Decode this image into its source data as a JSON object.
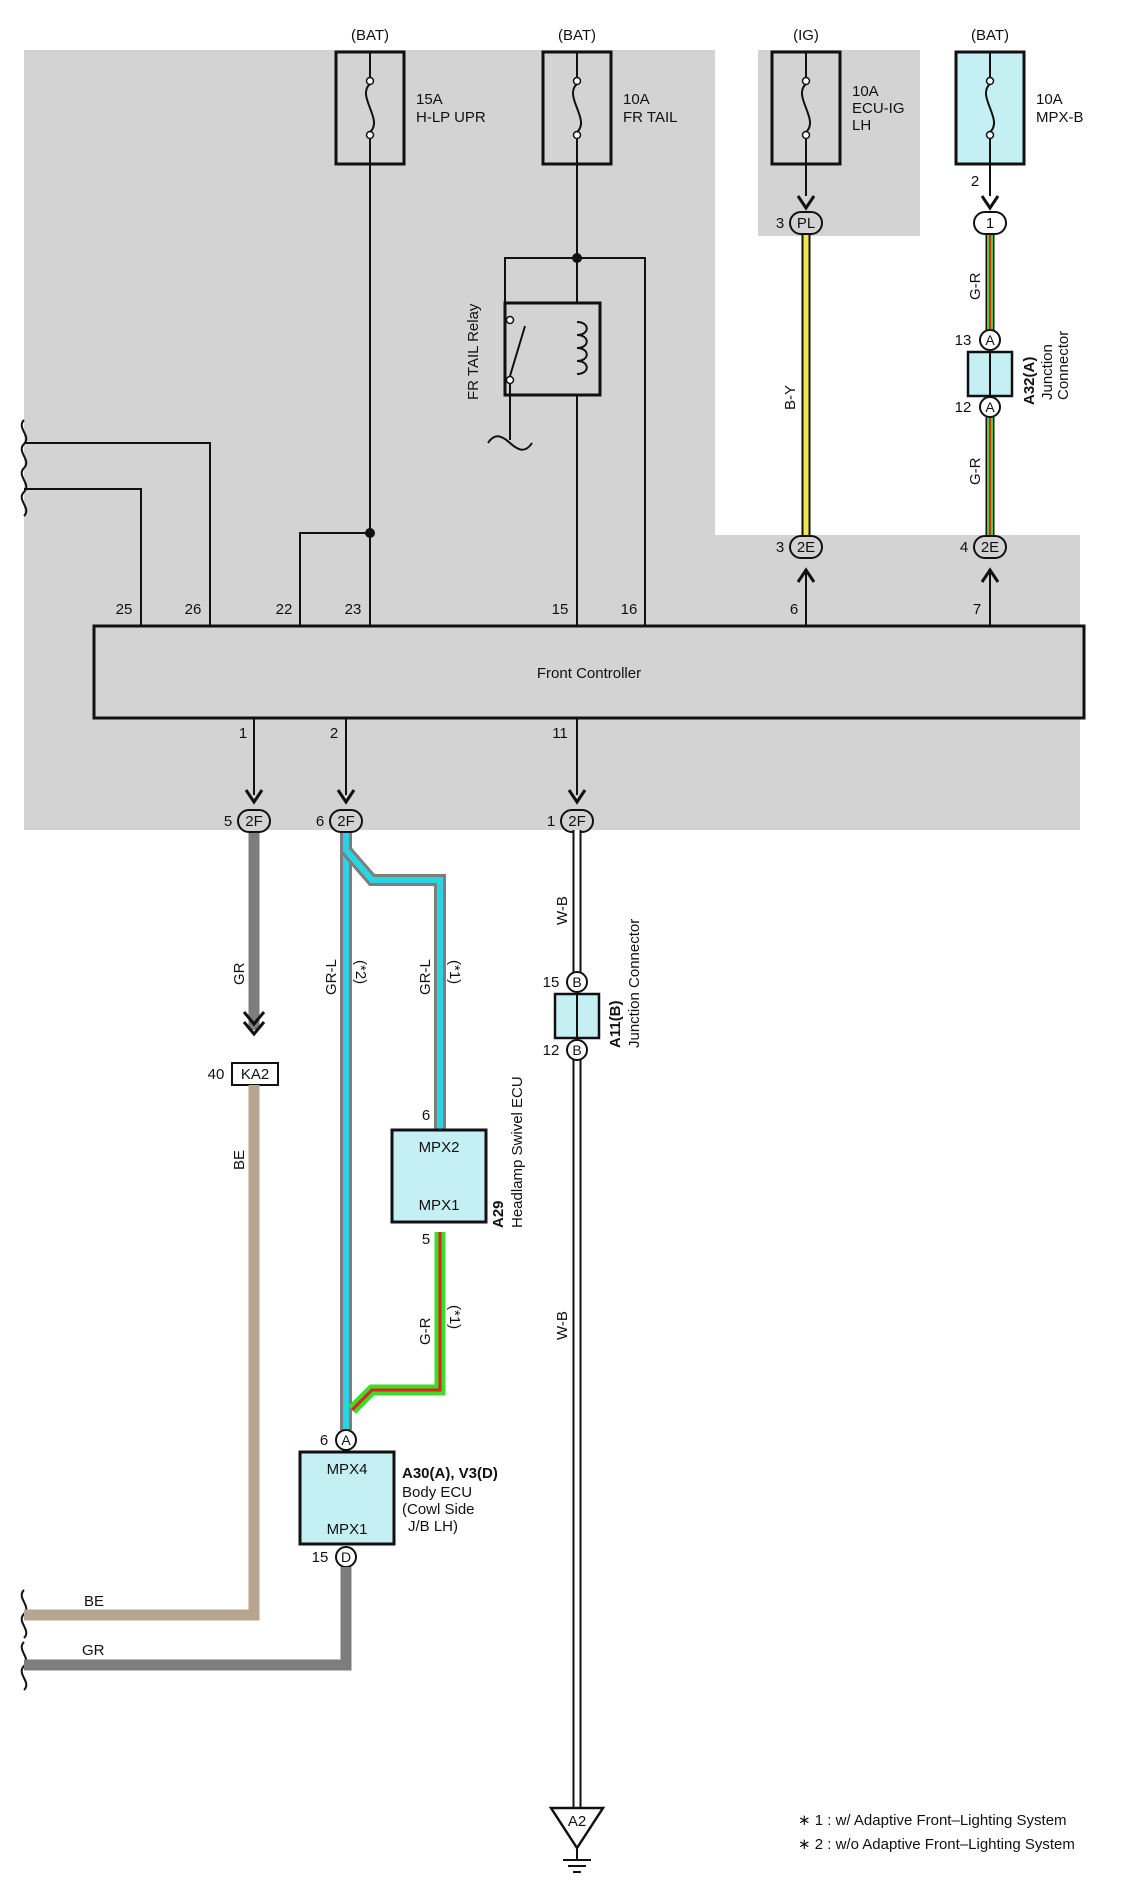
{
  "fuses": [
    {
      "source": "(BAT)",
      "rating": "15A",
      "name": "H-LP UPR"
    },
    {
      "source": "(BAT)",
      "rating": "10A",
      "name": "FR TAIL"
    },
    {
      "source": "(IG)",
      "rating": "10A",
      "name_l1": "ECU-IG",
      "name_l2": "LH"
    },
    {
      "source": "(BAT)",
      "rating": "10A",
      "name": "MPX-B",
      "pin": "2"
    }
  ],
  "relay": {
    "label": "FR TAIL Relay"
  },
  "controller": {
    "label": "Front Controller",
    "top_pins": [
      "25",
      "26",
      "22",
      "23",
      "15",
      "16",
      "6",
      "7"
    ],
    "bottom_pins": [
      "1",
      "2",
      "11"
    ]
  },
  "connectors": {
    "pl": {
      "id": "PL",
      "pin": "3"
    },
    "c1": {
      "id": "1"
    },
    "e2_left": {
      "id": "2E",
      "pin": "3"
    },
    "e2_right": {
      "id": "2E",
      "pin": "4"
    },
    "f2_a": {
      "id": "2F",
      "pin": "5"
    },
    "f2_b": {
      "id": "2F",
      "pin": "6"
    },
    "f2_c": {
      "id": "2F",
      "pin": "1"
    },
    "ka2": {
      "id": "KA2",
      "pin": "40"
    },
    "a32_top": {
      "id": "A",
      "pin": "13"
    },
    "a32_bot": {
      "id": "A",
      "pin": "12"
    },
    "a11_top": {
      "id": "B",
      "pin": "15"
    },
    "a11_bot": {
      "id": "B",
      "pin": "12"
    },
    "body_a": {
      "id": "A",
      "pin": "6"
    },
    "body_d": {
      "id": "D",
      "pin": "15"
    },
    "swivel_in": {
      "pin": "6"
    },
    "swivel_out": {
      "pin": "5"
    }
  },
  "junctions": {
    "a32": {
      "code": "A32(A)",
      "l1": "Junction",
      "l2": "Connector"
    },
    "a11": {
      "code": "A11(B)",
      "l1": "Junction Connector"
    }
  },
  "swivel_ecu": {
    "code": "A29",
    "name": "Headlamp Swivel ECU",
    "pin_top": "MPX2",
    "pin_bottom": "MPX1"
  },
  "body_ecu": {
    "code": "A30(A), V3(D)",
    "l1": "Body ECU",
    "l2": "(Cowl Side",
    "l3": "J/B LH)",
    "pin_top": "MPX4",
    "pin_bottom": "MPX1"
  },
  "wires": {
    "by": "B-Y",
    "gr_1": "G-R",
    "gr_2": "G-R",
    "gr_main": "GR",
    "grl_1": "GR-L",
    "grl_2": "GR-L",
    "star2": "(*2)",
    "star1_a": "(*1)",
    "star1_b": "(*1)",
    "wb_1": "W-B",
    "wb_2": "W-B",
    "be_1": "BE",
    "gr_swivel": "G-R",
    "be_bottom": "BE",
    "gr_bottom": "GR"
  },
  "ground": {
    "id": "A2"
  },
  "notes": [
    "∗ 1 : w/ Adaptive Front–Lighting System",
    "∗ 2 : w/o Adaptive Front–Lighting System"
  ],
  "colors": {
    "panel": "#d3d3d3",
    "component": "#c4f0f4",
    "yellow": "#f2e64c",
    "green": "#3ddc2a",
    "red": "#e0231b",
    "cyan": "#2ad4e0",
    "gray": "#7d7d7d",
    "beige": "#b7a58f"
  }
}
